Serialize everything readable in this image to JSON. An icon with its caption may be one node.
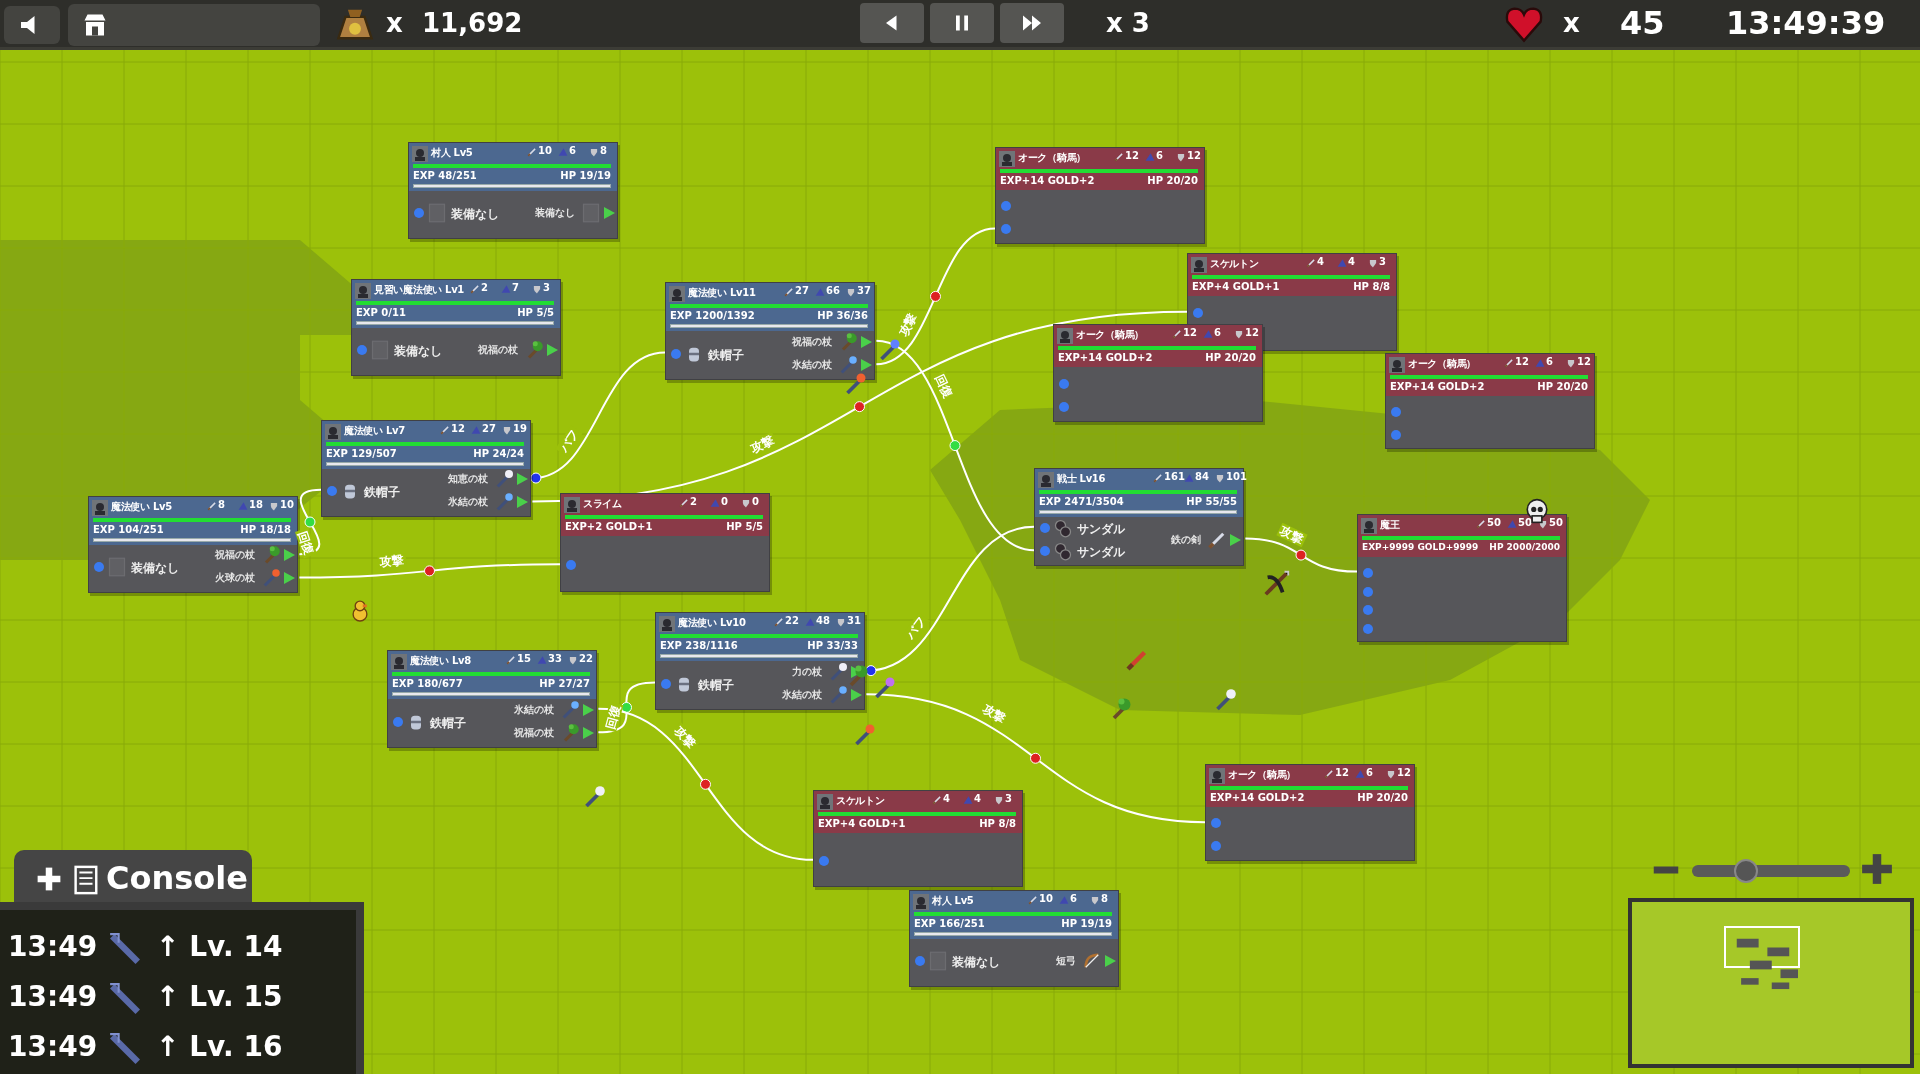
{
  "diagram": {
    "nodes": [
      {
        "text": [
          "村人 Lv5",
          "10",
          "6",
          "8",
          "EXP 48/251",
          "HP 19/19",
          "装備なし",
          "装備なし"
        ]
      },
      {
        "text": [
          "見習い魔法使い Lv1",
          "2",
          "7",
          "3",
          "EXP 0/11",
          "HP 5/5",
          "装備なし",
          "祝福の杖"
        ]
      },
      {
        "text": [
          "魔法使い Lv7",
          "12",
          "27",
          "19",
          "EXP 129/507",
          "HP 24/24",
          "鉄帽子",
          "知恵の杖",
          "氷結の杖"
        ]
      },
      {
        "text": [
          "魔法使い Lv5",
          "8",
          "18",
          "10",
          "EXP 104/251",
          "HP 18/18",
          "装備なし",
          "祝福の杖",
          "火球の杖"
        ]
      },
      {
        "text": [
          "スライム",
          "2",
          "0",
          "0",
          "EXP+2 GOLD+1",
          "HP 5/5"
        ]
      },
      {
        "text": [
          "魔法使い Lv11",
          "27",
          "66",
          "37",
          "EXP 1200/1392",
          "HP 36/36",
          "鉄帽子",
          "祝福の杖",
          "氷結の杖"
        ]
      },
      {
        "text": [
          "オーク（騎馬）",
          "12",
          "6",
          "12",
          "EXP+14 GOLD+2",
          "HP 20/20"
        ]
      },
      {
        "text": [
          "スケルトン",
          "4",
          "4",
          "3",
          "EXP+4 GOLD+1",
          "HP 8/8"
        ]
      },
      {
        "text": [
          "オーク（騎馬）",
          "12",
          "6",
          "12",
          "EXP+14 GOLD+2",
          "HP 20/20"
        ]
      },
      {
        "text": [
          "オーク（騎馬）",
          "12",
          "6",
          "12",
          "EXP+14 GOLD+2",
          "HP 20/20"
        ]
      },
      {
        "text": [
          "戦士 Lv16",
          "161",
          "84",
          "101",
          "EXP 2471/3504",
          "HP 55/55",
          "サンダル",
          "サンダル",
          "鉄の剣"
        ]
      },
      {
        "text": [
          "魔王",
          "50",
          "50",
          "50",
          "EXP+9999 GOLD+9999",
          "HP 2000/2000"
        ]
      },
      {
        "text": [
          "魔法使い Lv10",
          "22",
          "48",
          "31",
          "EXP 238/1116",
          "HP 33/33",
          "鉄帽子",
          "力の杖",
          "氷結の杖"
        ]
      },
      {
        "text": [
          "魔法使い Lv8",
          "15",
          "33",
          "22",
          "EXP 180/677",
          "HP 27/27",
          "鉄帽子",
          "氷結の杖",
          "祝福の杖"
        ]
      },
      {
        "text": [
          "スケルトン",
          "4",
          "4",
          "3",
          "EXP+4 GOLD+1",
          "HP 8/8"
        ]
      },
      {
        "text": [
          "オーク（騎馬）",
          "12",
          "6",
          "12",
          "EXP+14 GOLD+2",
          "HP 20/20"
        ]
      },
      {
        "text": [
          "村人 Lv5",
          "10",
          "6",
          "8",
          "EXP 166/251",
          "HP 19/19",
          "装備なし",
          "短弓"
        ]
      }
    ],
    "edges": [
      {
        "from": 3,
        "to": 2,
        "arrow": "none",
        "label": "回復"
      },
      {
        "from": 3,
        "to": 4,
        "arrow": "none",
        "label": "攻撃"
      },
      {
        "from": 2,
        "to": 5,
        "arrow": "other",
        "label": "バフ"
      },
      {
        "from": 2,
        "to": 7,
        "arrow": "none",
        "label": "攻撃"
      },
      {
        "from": 5,
        "to": 10,
        "arrow": "none",
        "label": "回復"
      },
      {
        "from": 5,
        "to": 6,
        "arrow": "none",
        "label": "攻撃"
      },
      {
        "from": 12,
        "to": 10,
        "arrow": "other",
        "label": "バフ"
      },
      {
        "from": 12,
        "to": 15,
        "arrow": "none",
        "label": "攻撃"
      },
      {
        "from": 13,
        "to": 12,
        "arrow": "none",
        "label": "回復"
      },
      {
        "from": 13,
        "to": 14,
        "arrow": "none",
        "label": "攻撃"
      },
      {
        "from": 10,
        "to": 11,
        "arrow": "none",
        "label": "攻撃"
      }
    ],
    "labels": [
      "x",
      "11,692",
      "x 3",
      "x",
      "45",
      "13:49:39",
      "Console",
      "13:49",
      "↑ Lv. 14",
      "13:49",
      "↑ Lv. 15",
      "13:49",
      "↑ Lv. 16"
    ]
  }
}
